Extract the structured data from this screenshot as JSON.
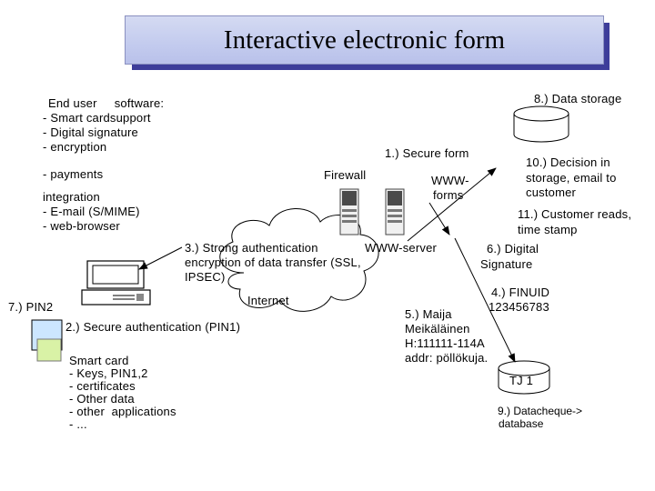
{
  "title": "Interactive electronic form",
  "end_user": {
    "heading": "End user     software:",
    "line1": "- Smart cardsupport",
    "line2": "- Digital signature",
    "line3": "- encryption",
    "line4": "- payments",
    "line5": "integration",
    "line6": "- E-mail (S/MIME)",
    "line7": "- web-browser"
  },
  "labels": {
    "data_storage": "8.) Data storage",
    "secure_form": "1.) Secure form",
    "firewall": "Firewall",
    "www_forms_1": "WWW-",
    "www_forms_2": "forms",
    "decision_1": "10.) Decision in",
    "decision_2": "storage, email to",
    "decision_3": "customer",
    "customer_reads_1": "11.) Customer reads,",
    "customer_reads_2": "time stamp",
    "strong_auth_1": "3.) Strong authentication",
    "www_server": "WWW-server",
    "strong_auth_2": "encryption of data transfer (SSL,",
    "strong_auth_3": "IPSEC)",
    "digital_sig_1": "6.) Digital",
    "digital_sig_2": "Signature",
    "internet": "Internet",
    "finuid_1": "4.) FINUID",
    "finuid_2": "123456783",
    "pin2": "7.) PIN2",
    "secure_auth": "2.) Secure authentication (PIN1)",
    "maija_1": "5.) Maija",
    "maija_2": "Meikäläinen",
    "maija_3": "H:111111-114A",
    "maija_4": "addr: pöllökuja.",
    "db_label": "TJ 1",
    "datacheque_1": "9.) Datacheque->",
    "datacheque_2": "database"
  },
  "smart_card": {
    "line1": "Smart card",
    "line2": "- Keys, PIN1,2",
    "line3": "- certificates",
    "line4": "- Other data",
    "line5": "- other  applications",
    "line6": "- ..."
  },
  "colors": {
    "banner": "#c3cbee",
    "banner_shadow": "#3d3d9a",
    "card_blue": "#cce6ff",
    "card_green": "#d9f2a6"
  }
}
